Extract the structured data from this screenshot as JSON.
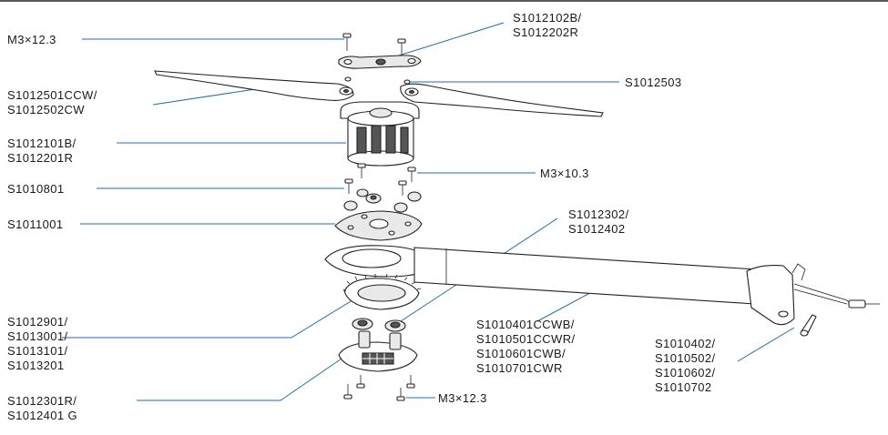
{
  "labels": {
    "screw_top": "M3×12.3",
    "prop_adapter": [
      "S1012102B/",
      "S1012202R"
    ],
    "washer": "S1012503",
    "propeller": [
      "S1012501CCW/",
      "S1012502CW"
    ],
    "motor": [
      "S1012101B/",
      "S1012201R"
    ],
    "screw_mid": "M3×10.3",
    "damper": "S1010801",
    "motor_mount": "S1011001",
    "clamp": [
      "S1012302/",
      "S1012402"
    ],
    "gear_ring": [
      "S1012901/",
      "S1013001/",
      "S1013101/",
      "S1013201"
    ],
    "arm_tube": [
      "S1010401CCWB/",
      "S1010501CCWR/",
      "S1010601CWB/",
      "S1010701CWR"
    ],
    "arm_end": [
      "S1010402/",
      "S1010502/",
      "S1010602/",
      "S1010702"
    ],
    "esc_board": [
      "S1012301R/",
      "S1012401 G"
    ],
    "screw_bottom": "M3×12.3"
  },
  "colors": {
    "leader": "#1a6fb5",
    "text": "#1a1a1a",
    "line": "#222222"
  }
}
